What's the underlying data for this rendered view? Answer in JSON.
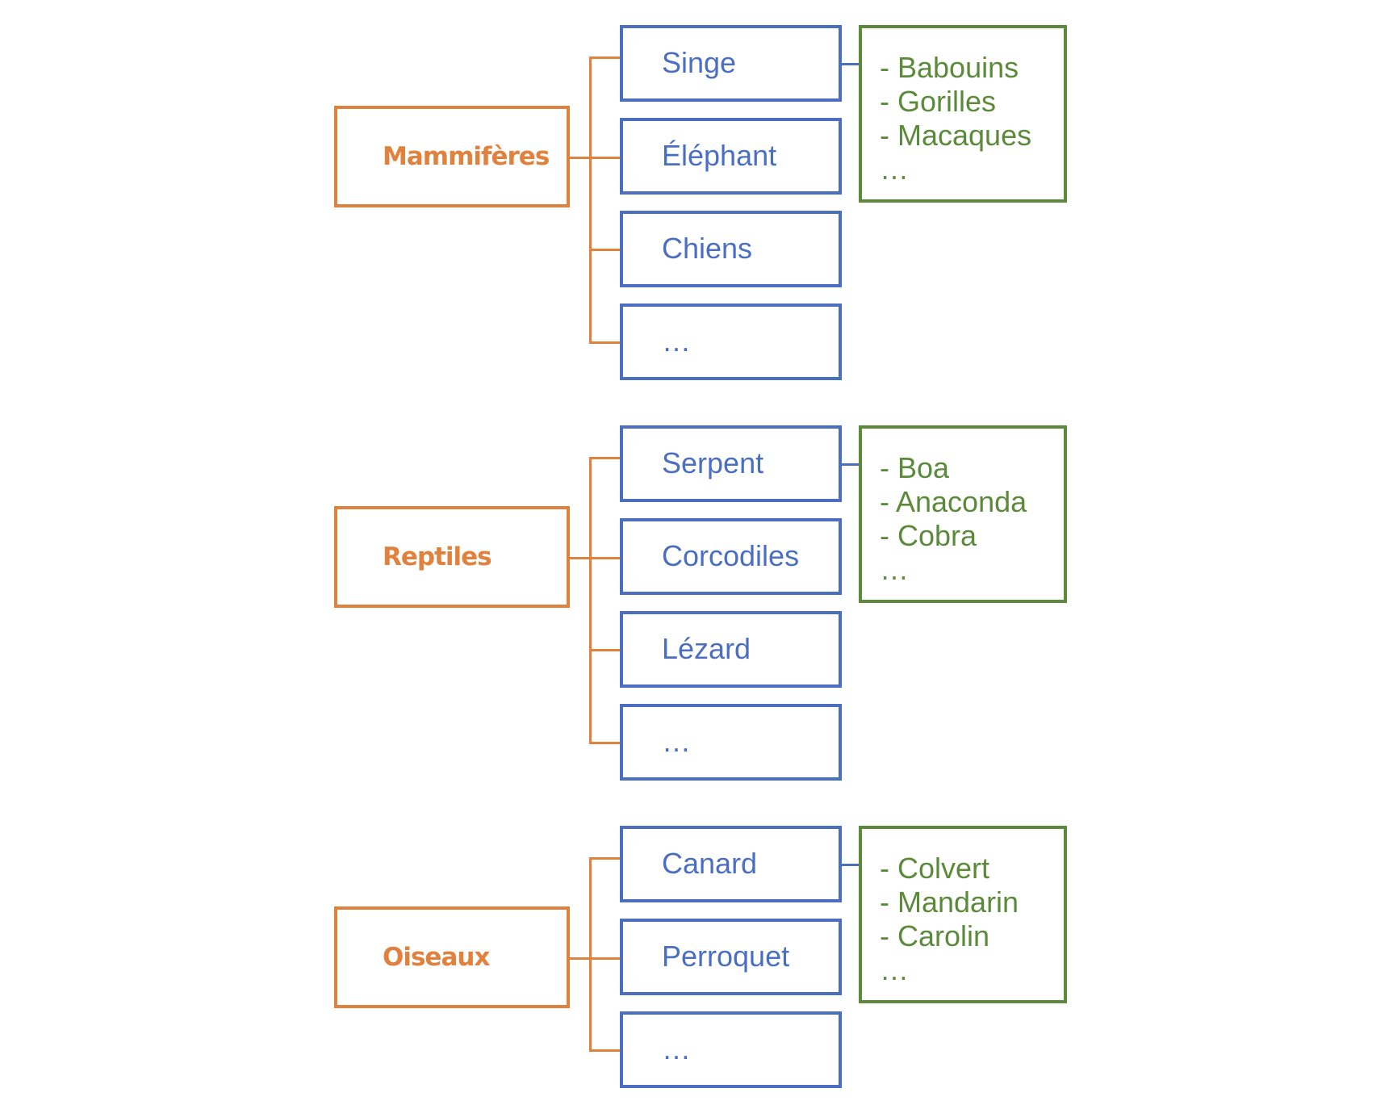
{
  "colors": {
    "category": "#E0823D",
    "subcategory": "#4A6FC1",
    "examples": "#5B8A3A"
  },
  "groups": [
    {
      "category": "Mammifères",
      "items": [
        "Singe",
        "Éléphant",
        "Chiens",
        "…"
      ],
      "examples": [
        "- Babouins",
        "- Gorilles",
        "- Macaques",
        "…"
      ]
    },
    {
      "category": "Reptiles",
      "items": [
        "Serpent",
        "Corcodiles",
        "Lézard",
        "…"
      ],
      "examples": [
        "- Boa",
        "- Anaconda",
        "- Cobra",
        "…"
      ]
    },
    {
      "category": "Oiseaux",
      "items": [
        "Canard",
        "Perroquet",
        "…"
      ],
      "examples": [
        "- Colvert",
        "- Mandarin",
        "- Carolin",
        "…"
      ]
    }
  ]
}
